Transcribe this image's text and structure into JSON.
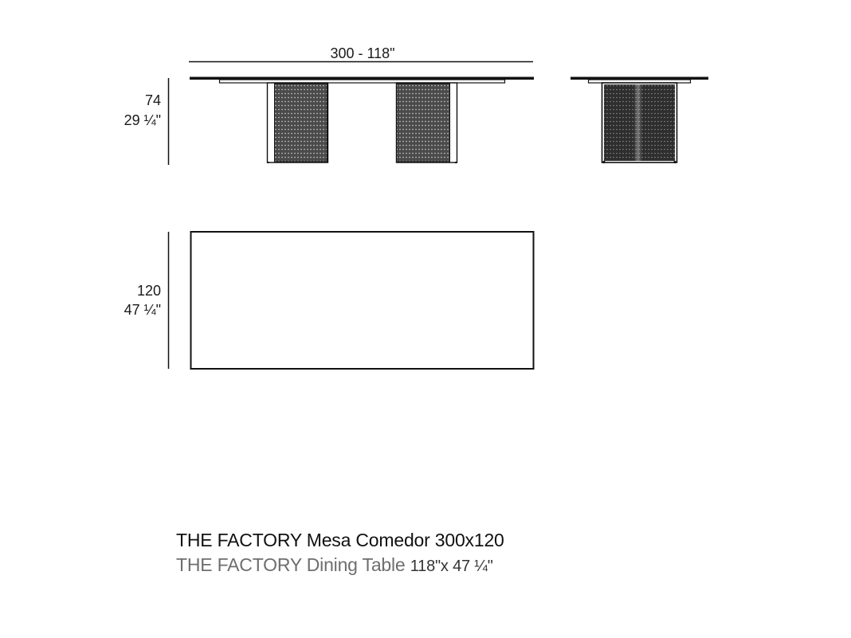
{
  "drawing": {
    "front_view": {
      "width_dimension_label": "300 - 118\"",
      "height_dimension_metric": "74",
      "height_dimension_imperial": "29 ¼\""
    },
    "plan_view": {
      "depth_dimension_metric": "120",
      "depth_dimension_imperial": "47 ¼\""
    },
    "side_view": {}
  },
  "caption": {
    "title_es": "THE FACTORY Mesa Comedor 300x120",
    "title_en_prefix": "THE FACTORY Dining Table",
    "title_en_dims": "118\"x 47 ¼\""
  },
  "colors": {
    "line": "#111111",
    "mesh_dark": "#3a3a3a",
    "mesh_side": "#2a2a2a",
    "caption_primary": "#111111",
    "caption_secondary": "#6e6e6e"
  }
}
